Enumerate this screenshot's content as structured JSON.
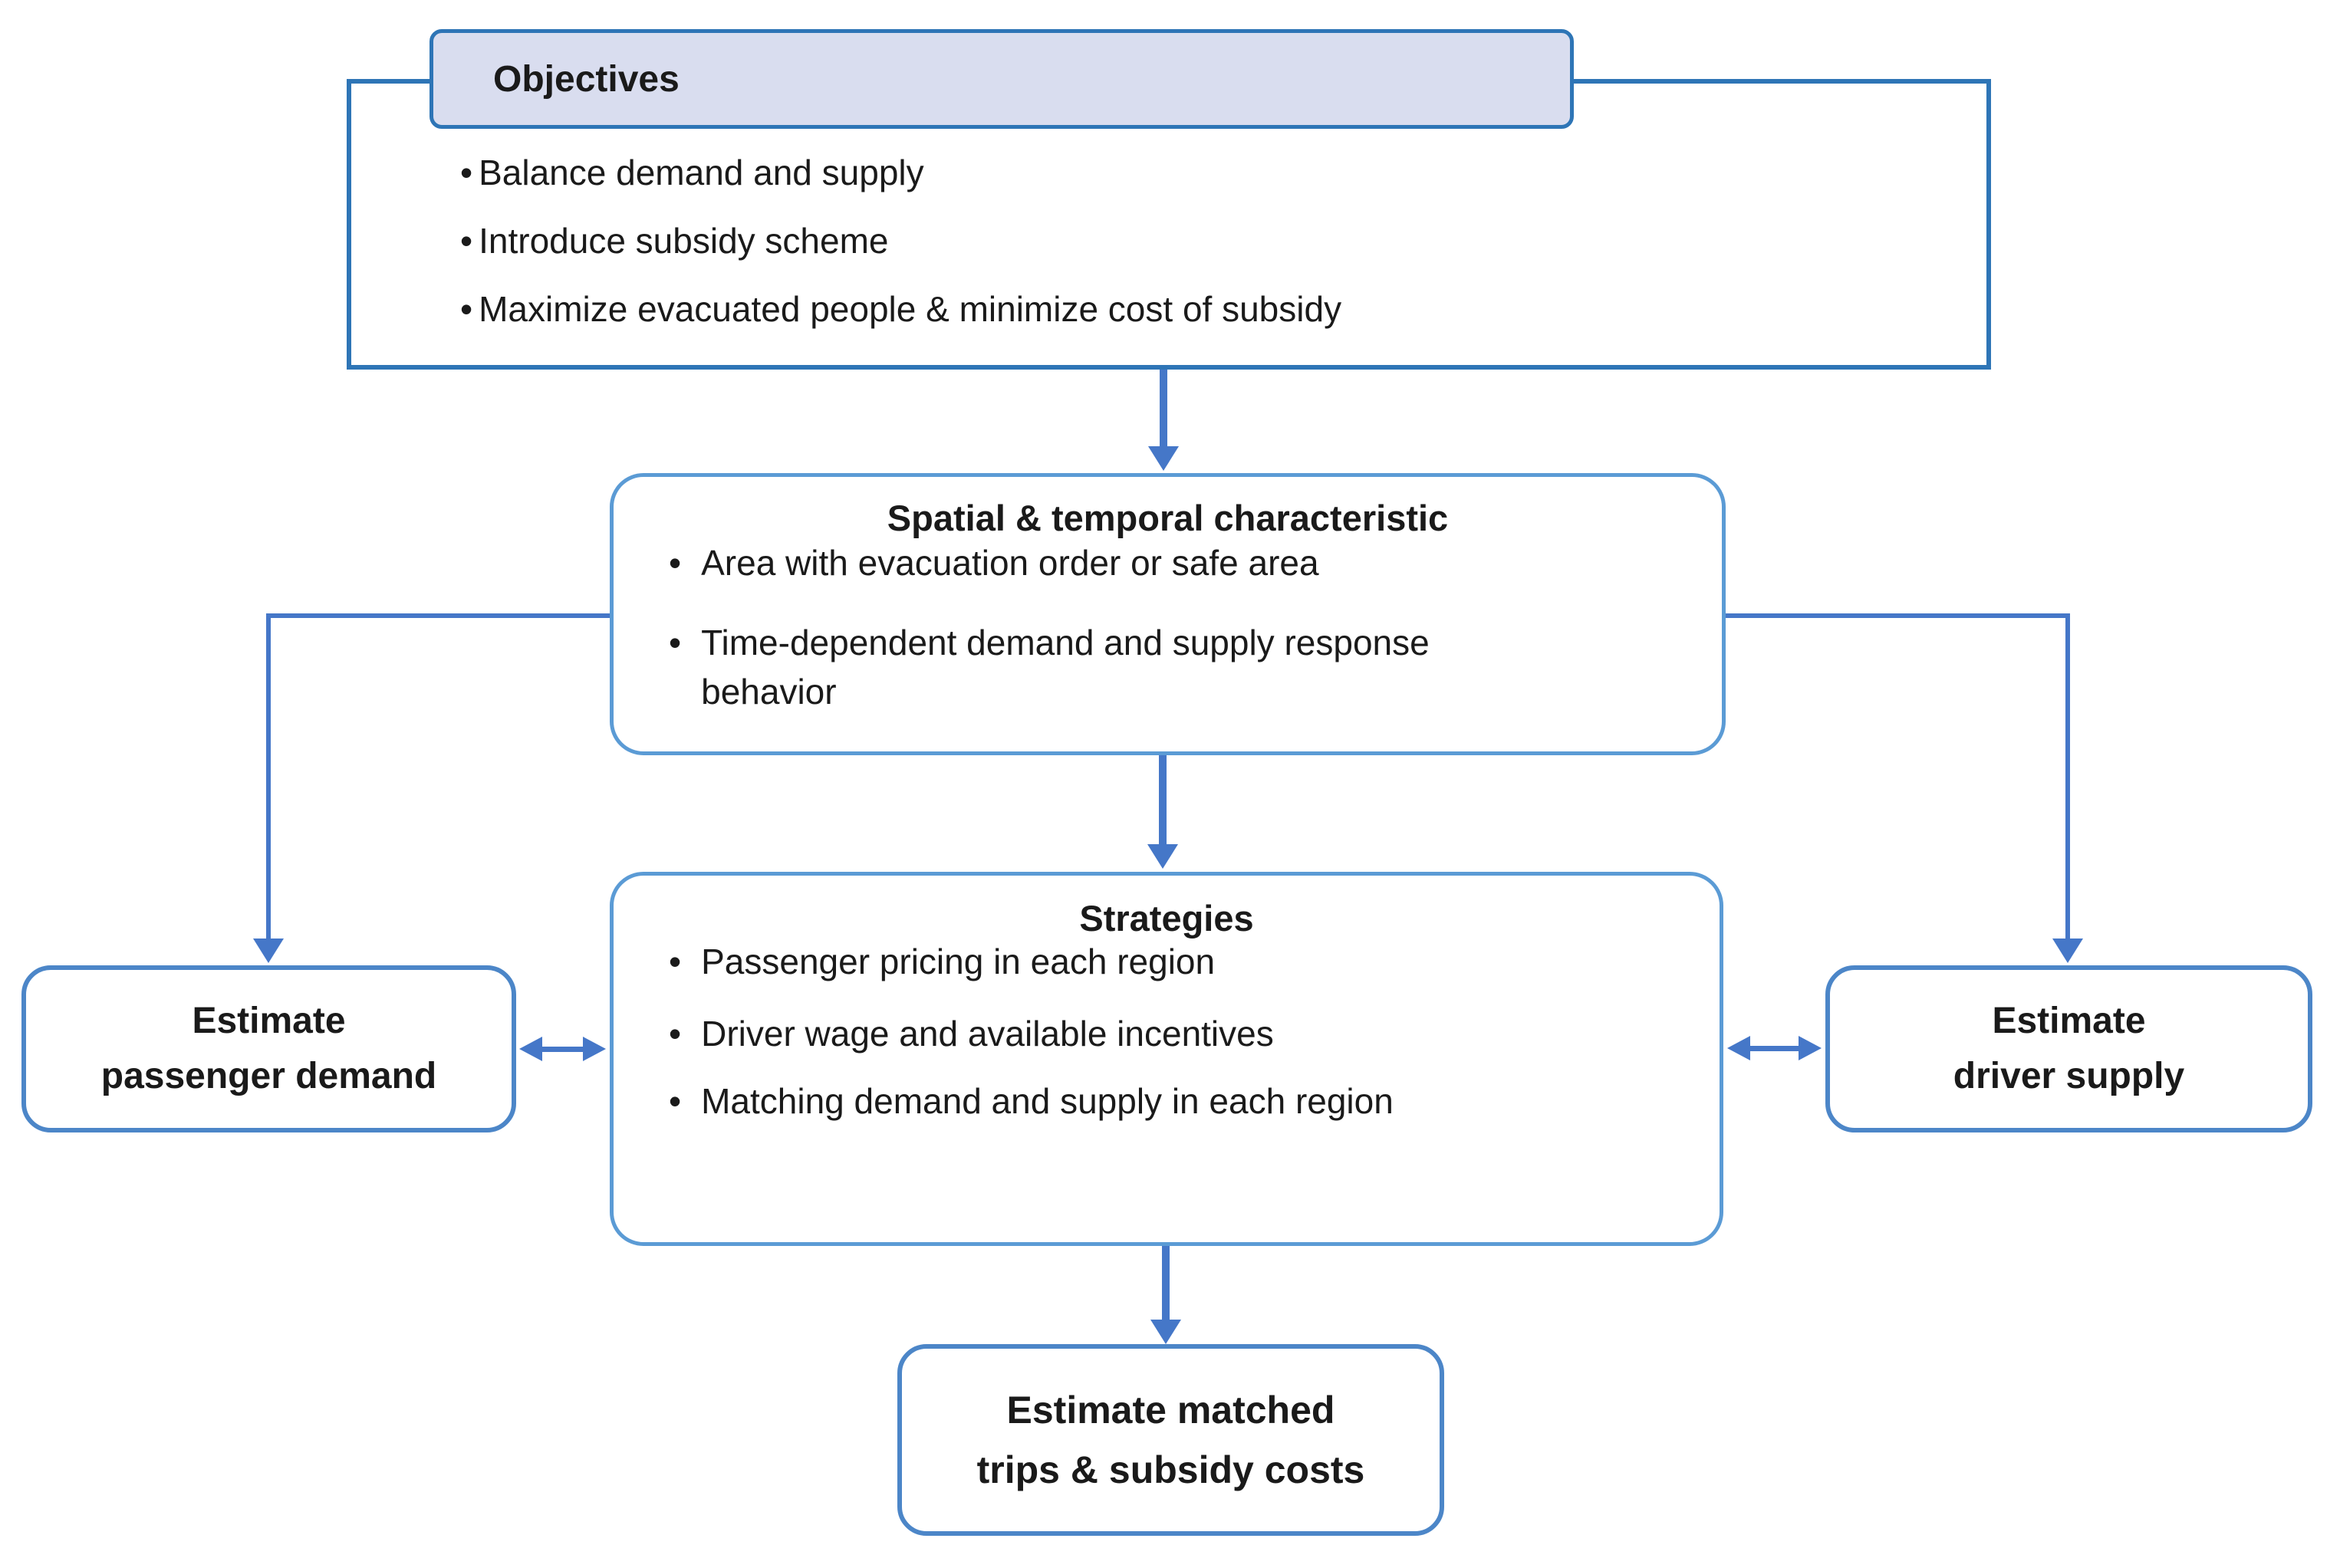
{
  "palette": {
    "dark_blue": "#2E75B6",
    "box_border_blue": "#5B9BD5",
    "small_box_border_blue": "#4C86C8",
    "connector_blue": "#4577C8",
    "header_fill": "#D9DDEF",
    "text_color": "#1A1A1A"
  },
  "markers": {
    "bullet": "•"
  },
  "objectives": {
    "title": "Objectives",
    "bullets": [
      "Balance demand and supply",
      "Introduce subsidy scheme",
      "Maximize evacuated people & minimize cost of subsidy"
    ]
  },
  "spatial": {
    "title": "Spatial & temporal characteristic",
    "bullets": [
      "Area with evacuation order or safe area",
      "Time-dependent demand and supply response\nbehavior"
    ]
  },
  "strategies": {
    "title": "Strategies",
    "bullets": [
      "Passenger pricing in each region",
      "Driver wage and available incentives",
      "Matching demand and supply in each region"
    ]
  },
  "estimate_passenger_demand": {
    "label": "Estimate\npassenger demand"
  },
  "estimate_driver_supply": {
    "label": "Estimate\ndriver supply"
  },
  "estimate_matched": {
    "label": "Estimate matched\ntrips & subsidy costs"
  }
}
